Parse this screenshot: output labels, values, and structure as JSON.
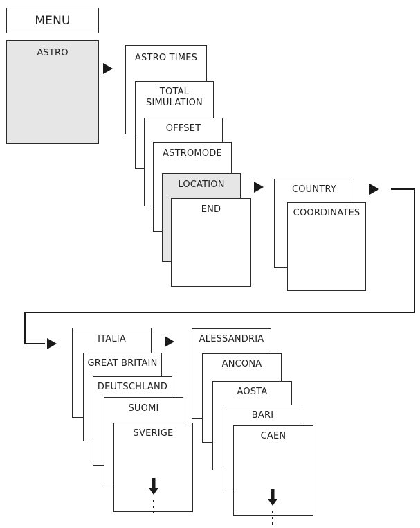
{
  "menu": {
    "title": "MENU",
    "item": "ASTRO"
  },
  "astro_submenu": [
    "ASTRO TIMES",
    "TOTAL\nSIMULATION",
    "OFFSET",
    "ASTROMODE",
    "LOCATION",
    "END"
  ],
  "location_submenu": [
    "COUNTRY",
    "COORDINATES"
  ],
  "countries": [
    "ITALIA",
    "GREAT BRITAIN",
    "DEUTSCHLAND",
    "SUOMI",
    "SVERIGE"
  ],
  "cities": [
    "ALESSANDRIA",
    "ANCONA",
    "AOSTA",
    "BARI",
    "CAEN"
  ],
  "colors": {
    "stroke": "#2b2b2b",
    "highlight": "#e6e6e6",
    "arrow": "#1a1a1a"
  },
  "icons": {
    "next": "right-triangle-icon",
    "more": "down-arrow-icon"
  }
}
